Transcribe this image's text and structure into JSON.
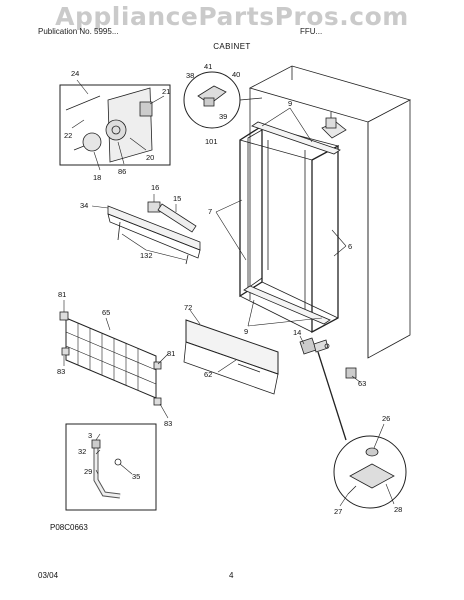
{
  "watermark": "AppliancePartsPros.com",
  "header": {
    "left": "Publication No. 5995...",
    "right": "FFU..."
  },
  "subtitle": "CABINET",
  "diagram_code": "P08C0663",
  "footer": {
    "date": "03/04",
    "page": "4"
  },
  "callouts": {
    "c24": "24",
    "c21": "21",
    "c22": "22",
    "c20": "20",
    "c18": "18",
    "c86": "86",
    "c41": "41",
    "c38": "38",
    "c40": "40",
    "c39": "39",
    "c101": "101",
    "c16": "16",
    "c15": "15",
    "c34": "34",
    "c132": "132",
    "c9a": "9",
    "c7": "7",
    "c6": "6",
    "c9b": "9",
    "c14": "14",
    "c81a": "81",
    "c65": "65",
    "c83a": "83",
    "c81b": "81",
    "c83b": "83",
    "c72": "72",
    "c62": "62",
    "c63": "63",
    "c3": "3",
    "c32": "32",
    "c29": "29",
    "c35": "35",
    "c26": "26",
    "c27": "27",
    "c28": "28"
  }
}
